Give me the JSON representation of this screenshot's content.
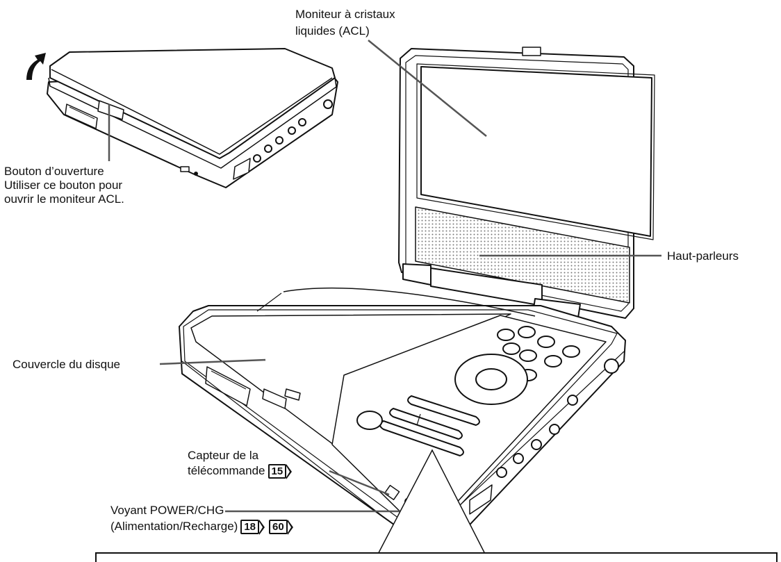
{
  "labels": {
    "monitor_line1": "Moniteur à cristaux",
    "monitor_line2": "liquides (ACL)",
    "open_button_line1": "Bouton d’ouverture",
    "open_button_line2": "Utiliser ce bouton pour",
    "open_button_line3": "ouvrir le moniteur ACL.",
    "speakers": "Haut-parleurs",
    "disc_cover": "Couvercle du disque",
    "remote_sensor_line1": "Capteur de la",
    "remote_sensor_line2": "télécommande",
    "remote_sensor_ref": "15",
    "power_line1": "Voyant POWER/CHG",
    "power_line2": "(Alimentation/Recharge)",
    "power_ref1": "18",
    "power_ref2": "60"
  },
  "colors": {
    "line": "#111111",
    "paper": "#ffffff"
  }
}
